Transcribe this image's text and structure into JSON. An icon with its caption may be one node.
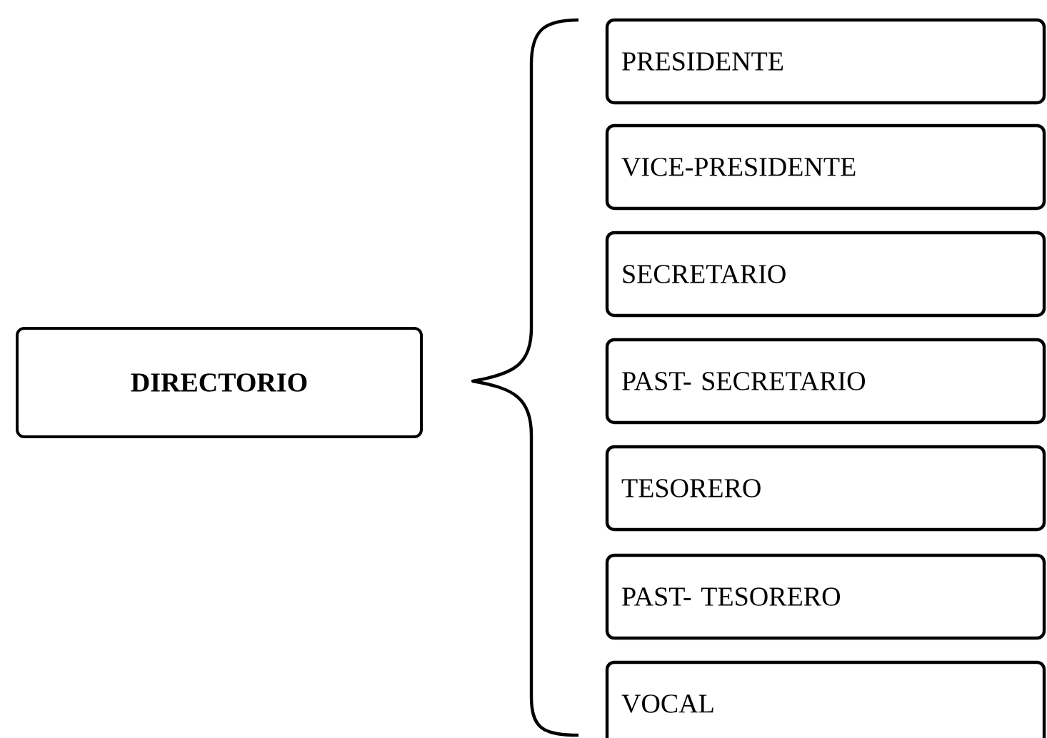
{
  "diagram": {
    "nodes": [
      {
        "text": [
          "DIRECTORIO"
        ]
      },
      {
        "text": [
          "PRESIDENTE"
        ]
      },
      {
        "text": [
          "VICE-PRESIDENTE"
        ]
      },
      {
        "text": [
          "SECRETARIO"
        ]
      },
      {
        "text": [
          "PAST- SECRETARIO"
        ]
      },
      {
        "text": [
          "TESORERO"
        ]
      },
      {
        "text": [
          "PAST- TESORERO"
        ]
      },
      {
        "text": [
          "VOCAL"
        ]
      }
    ]
  }
}
